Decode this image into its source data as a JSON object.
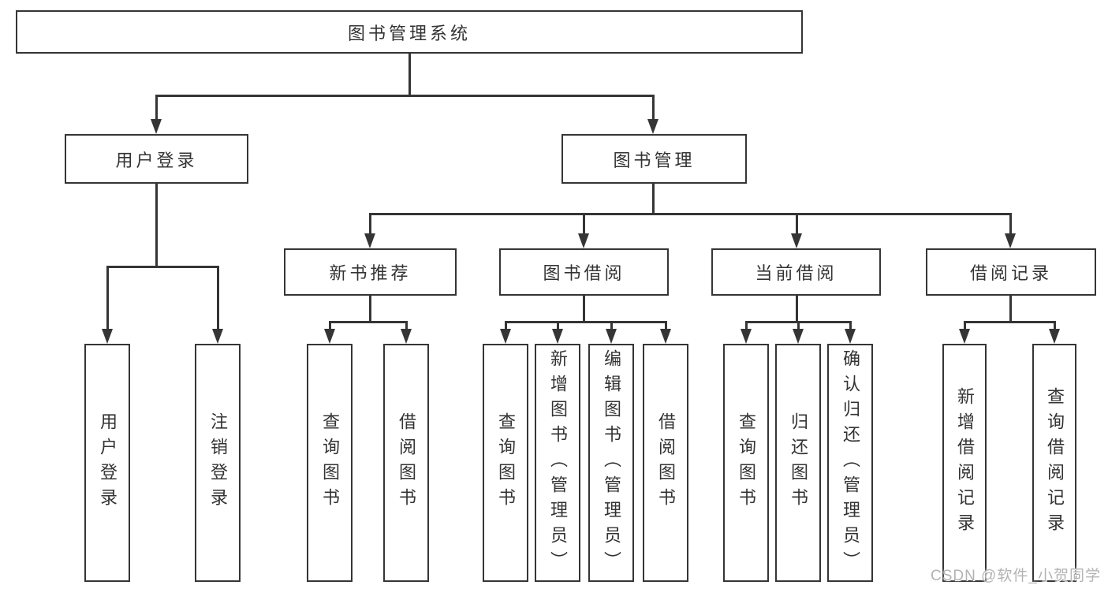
{
  "diagram": {
    "type": "hierarchy-tree",
    "nodes": {
      "root": "图书管理系统",
      "user_login": "用户登录",
      "book_mgmt": "图书管理",
      "new_book_rec": "新书推荐",
      "book_borrow": "图书借阅",
      "current_borrow": "当前借阅",
      "borrow_record": "借阅记录",
      "leaf_user_login": "用户登录",
      "leaf_logout": "注销登录",
      "leaf_rec_query": "查询图书",
      "leaf_rec_borrow": "借阅图书",
      "leaf_bb_query": "查询图书",
      "leaf_bb_add": "新增图书（管理员）",
      "leaf_bb_edit": "编辑图书（管理员）",
      "leaf_bb_borrow": "借阅图书",
      "leaf_cb_query": "查询图书",
      "leaf_cb_return": "归还图书",
      "leaf_cb_confirm": "确认归还（管理员）",
      "leaf_br_add": "新增借阅记录",
      "leaf_br_query": "查询借阅记录"
    },
    "edges": [
      [
        "root",
        "user_login"
      ],
      [
        "root",
        "book_mgmt"
      ],
      [
        "user_login",
        "leaf_user_login"
      ],
      [
        "user_login",
        "leaf_logout"
      ],
      [
        "book_mgmt",
        "new_book_rec"
      ],
      [
        "book_mgmt",
        "book_borrow"
      ],
      [
        "book_mgmt",
        "current_borrow"
      ],
      [
        "book_mgmt",
        "borrow_record"
      ],
      [
        "new_book_rec",
        "leaf_rec_query"
      ],
      [
        "new_book_rec",
        "leaf_rec_borrow"
      ],
      [
        "book_borrow",
        "leaf_bb_query"
      ],
      [
        "book_borrow",
        "leaf_bb_add"
      ],
      [
        "book_borrow",
        "leaf_bb_edit"
      ],
      [
        "book_borrow",
        "leaf_bb_borrow"
      ],
      [
        "current_borrow",
        "leaf_cb_query"
      ],
      [
        "current_borrow",
        "leaf_cb_return"
      ],
      [
        "current_borrow",
        "leaf_cb_confirm"
      ],
      [
        "borrow_record",
        "leaf_br_add"
      ],
      [
        "borrow_record",
        "leaf_br_query"
      ]
    ],
    "colors": {
      "line": "#353535",
      "text": "#333333",
      "box_fill": "#ffffff",
      "background": "#ffffff",
      "watermark": "#b3b3b3"
    }
  },
  "watermark": "CSDN @软件_小贺同学"
}
